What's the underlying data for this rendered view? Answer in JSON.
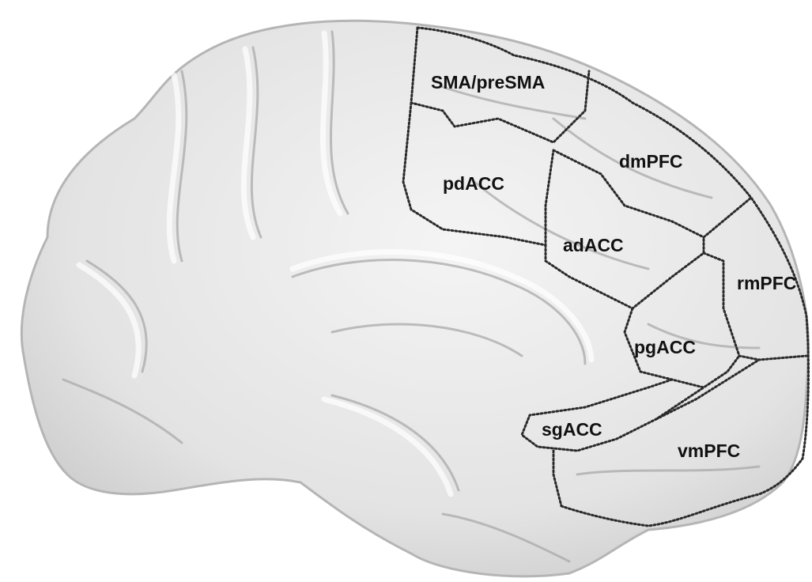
{
  "figure": {
    "description_icon": "brain-medial-surface",
    "colors": {
      "brain_fill": "#e6e6e6",
      "brain_shadow": "#bdbdbd",
      "border": "#2b2b2b",
      "label": "#111111"
    },
    "regions": [
      {
        "id": "sma",
        "label": "SMA/preSMA"
      },
      {
        "id": "dmpfc",
        "label": "dmPFC"
      },
      {
        "id": "pdacc",
        "label": "pdACC"
      },
      {
        "id": "adacc",
        "label": "adACC"
      },
      {
        "id": "rmpfc",
        "label": "rmPFC"
      },
      {
        "id": "pgacc",
        "label": "pgACC"
      },
      {
        "id": "sgacc",
        "label": "sgACC"
      },
      {
        "id": "vmpfc",
        "label": "vmPFC"
      }
    ]
  }
}
